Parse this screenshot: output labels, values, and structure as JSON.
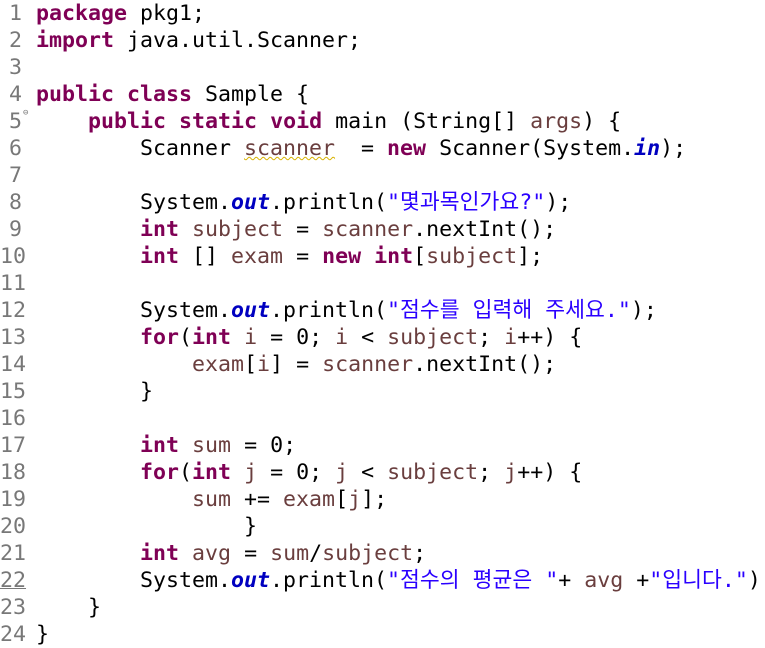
{
  "editor": {
    "lines": [
      [
        {
          "t": "package",
          "c": "kw"
        },
        {
          "t": " pkg1;",
          "c": "pl"
        }
      ],
      [
        {
          "t": "import",
          "c": "kw"
        },
        {
          "t": " java.util.Scanner;",
          "c": "pl"
        }
      ],
      [],
      [
        {
          "t": "public",
          "c": "kw"
        },
        {
          "t": " ",
          "c": "pl"
        },
        {
          "t": "class",
          "c": "kw"
        },
        {
          "t": " Sample {",
          "c": "pl"
        }
      ],
      [
        {
          "t": "    ",
          "c": "pl"
        },
        {
          "t": "public",
          "c": "kw"
        },
        {
          "t": " ",
          "c": "pl"
        },
        {
          "t": "static",
          "c": "kw"
        },
        {
          "t": " ",
          "c": "pl"
        },
        {
          "t": "void",
          "c": "kw"
        },
        {
          "t": " main (String[] ",
          "c": "pl"
        },
        {
          "t": "args",
          "c": "var"
        },
        {
          "t": ") {",
          "c": "pl"
        }
      ],
      [
        {
          "t": "        Scanner ",
          "c": "pl"
        },
        {
          "t": "scanner",
          "c": "var warn"
        },
        {
          "t": "  = ",
          "c": "pl"
        },
        {
          "t": "new",
          "c": "kw"
        },
        {
          "t": " Scanner(System.",
          "c": "pl"
        },
        {
          "t": "in",
          "c": "sf"
        },
        {
          "t": ");",
          "c": "pl"
        }
      ],
      [],
      [
        {
          "t": "        System.",
          "c": "pl"
        },
        {
          "t": "out",
          "c": "sf"
        },
        {
          "t": ".println(",
          "c": "pl"
        },
        {
          "t": "\"몇과목인가요?\"",
          "c": "st"
        },
        {
          "t": ");",
          "c": "pl"
        }
      ],
      [
        {
          "t": "        ",
          "c": "pl"
        },
        {
          "t": "int",
          "c": "kw"
        },
        {
          "t": " ",
          "c": "pl"
        },
        {
          "t": "subject",
          "c": "var"
        },
        {
          "t": " = ",
          "c": "pl"
        },
        {
          "t": "scanner",
          "c": "var"
        },
        {
          "t": ".nextInt();",
          "c": "pl"
        }
      ],
      [
        {
          "t": "        ",
          "c": "pl"
        },
        {
          "t": "int",
          "c": "kw"
        },
        {
          "t": " [] ",
          "c": "pl"
        },
        {
          "t": "exam",
          "c": "var"
        },
        {
          "t": " = ",
          "c": "pl"
        },
        {
          "t": "new",
          "c": "kw"
        },
        {
          "t": " ",
          "c": "pl"
        },
        {
          "t": "int",
          "c": "kw"
        },
        {
          "t": "[",
          "c": "pl"
        },
        {
          "t": "subject",
          "c": "var"
        },
        {
          "t": "];",
          "c": "pl"
        }
      ],
      [],
      [
        {
          "t": "        System.",
          "c": "pl"
        },
        {
          "t": "out",
          "c": "sf"
        },
        {
          "t": ".println(",
          "c": "pl"
        },
        {
          "t": "\"점수를 입력해 주세요.\"",
          "c": "st"
        },
        {
          "t": ");",
          "c": "pl"
        }
      ],
      [
        {
          "t": "        ",
          "c": "pl"
        },
        {
          "t": "for",
          "c": "kw"
        },
        {
          "t": "(",
          "c": "pl"
        },
        {
          "t": "int",
          "c": "kw"
        },
        {
          "t": " ",
          "c": "pl"
        },
        {
          "t": "i",
          "c": "var"
        },
        {
          "t": " = 0; ",
          "c": "pl"
        },
        {
          "t": "i",
          "c": "var"
        },
        {
          "t": " < ",
          "c": "pl"
        },
        {
          "t": "subject",
          "c": "var"
        },
        {
          "t": "; ",
          "c": "pl"
        },
        {
          "t": "i",
          "c": "var"
        },
        {
          "t": "++) {",
          "c": "pl"
        }
      ],
      [
        {
          "t": "            ",
          "c": "pl"
        },
        {
          "t": "exam",
          "c": "var"
        },
        {
          "t": "[",
          "c": "pl"
        },
        {
          "t": "i",
          "c": "var"
        },
        {
          "t": "] = ",
          "c": "pl"
        },
        {
          "t": "scanner",
          "c": "var"
        },
        {
          "t": ".nextInt();",
          "c": "pl"
        }
      ],
      [
        {
          "t": "        }",
          "c": "pl"
        }
      ],
      [],
      [
        {
          "t": "        ",
          "c": "pl"
        },
        {
          "t": "int",
          "c": "kw"
        },
        {
          "t": " ",
          "c": "pl"
        },
        {
          "t": "sum",
          "c": "var"
        },
        {
          "t": " = 0;",
          "c": "pl"
        }
      ],
      [
        {
          "t": "        ",
          "c": "pl"
        },
        {
          "t": "for",
          "c": "kw"
        },
        {
          "t": "(",
          "c": "pl"
        },
        {
          "t": "int",
          "c": "kw"
        },
        {
          "t": " ",
          "c": "pl"
        },
        {
          "t": "j",
          "c": "var"
        },
        {
          "t": " = 0; ",
          "c": "pl"
        },
        {
          "t": "j",
          "c": "var"
        },
        {
          "t": " < ",
          "c": "pl"
        },
        {
          "t": "subject",
          "c": "var"
        },
        {
          "t": "; ",
          "c": "pl"
        },
        {
          "t": "j",
          "c": "var"
        },
        {
          "t": "++) {",
          "c": "pl"
        }
      ],
      [
        {
          "t": "            ",
          "c": "pl"
        },
        {
          "t": "sum",
          "c": "var"
        },
        {
          "t": " += ",
          "c": "pl"
        },
        {
          "t": "exam",
          "c": "var"
        },
        {
          "t": "[",
          "c": "pl"
        },
        {
          "t": "j",
          "c": "var"
        },
        {
          "t": "];",
          "c": "pl"
        }
      ],
      [
        {
          "t": "                }",
          "c": "pl"
        }
      ],
      [
        {
          "t": "        ",
          "c": "pl"
        },
        {
          "t": "int",
          "c": "kw"
        },
        {
          "t": " ",
          "c": "pl"
        },
        {
          "t": "avg",
          "c": "var"
        },
        {
          "t": " = ",
          "c": "pl"
        },
        {
          "t": "sum",
          "c": "var"
        },
        {
          "t": "/",
          "c": "pl"
        },
        {
          "t": "subject",
          "c": "var"
        },
        {
          "t": ";",
          "c": "pl"
        }
      ],
      [
        {
          "t": "        System.",
          "c": "pl"
        },
        {
          "t": "out",
          "c": "sf"
        },
        {
          "t": ".println(",
          "c": "pl"
        },
        {
          "t": "\"점수의 평균은 \"",
          "c": "st"
        },
        {
          "t": "+ ",
          "c": "pl"
        },
        {
          "t": "avg",
          "c": "var"
        },
        {
          "t": " +",
          "c": "pl"
        },
        {
          "t": "\"입니다.\"",
          "c": "st"
        },
        {
          "t": ");",
          "c": "pl"
        }
      ],
      [
        {
          "t": "    }",
          "c": "pl"
        }
      ],
      [
        {
          "t": "}",
          "c": "pl"
        }
      ]
    ],
    "current_line": 22,
    "fold_marker_line": 5,
    "fold_marker_glyph": "⊖",
    "colors": {
      "keyword": "#7f0055",
      "string": "#2a00ff",
      "static_field": "#0000c0",
      "variable": "#6a3e3e",
      "line_number": "#787878",
      "warning_underline": "#d8b200"
    }
  }
}
